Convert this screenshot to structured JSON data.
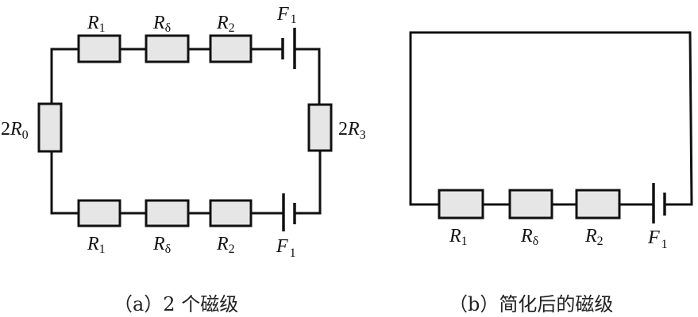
{
  "diagram_a": {
    "caption": "（a）2 个磁级",
    "top_row": [
      {
        "kind": "resistor",
        "symbol": "R",
        "sub": "1"
      },
      {
        "kind": "resistor",
        "symbol": "R",
        "sub": "δ"
      },
      {
        "kind": "resistor",
        "symbol": "R",
        "sub": "2"
      },
      {
        "kind": "source",
        "symbol": "F",
        "sub": "1"
      }
    ],
    "bottom_row": [
      {
        "kind": "resistor",
        "symbol": "R",
        "sub": "1"
      },
      {
        "kind": "resistor",
        "symbol": "R",
        "sub": "δ"
      },
      {
        "kind": "resistor",
        "symbol": "R",
        "sub": "2"
      },
      {
        "kind": "source",
        "symbol": "F",
        "sub": "1"
      }
    ],
    "left": {
      "kind": "resistor",
      "coef": "2",
      "symbol": "R",
      "sub": "0"
    },
    "right": {
      "kind": "resistor",
      "coef": "2",
      "symbol": "R",
      "sub": "3"
    }
  },
  "diagram_b": {
    "caption": "（b）简化后的磁级",
    "bottom_row": [
      {
        "kind": "resistor",
        "symbol": "R",
        "sub": "1"
      },
      {
        "kind": "resistor",
        "symbol": "R",
        "sub": "δ"
      },
      {
        "kind": "resistor",
        "symbol": "R",
        "sub": "2"
      },
      {
        "kind": "source",
        "symbol": "F",
        "sub": "1"
      }
    ]
  },
  "colors": {
    "wire": "#111111",
    "resistor_fill": "#e6e6e6",
    "background": "#ffffff"
  }
}
